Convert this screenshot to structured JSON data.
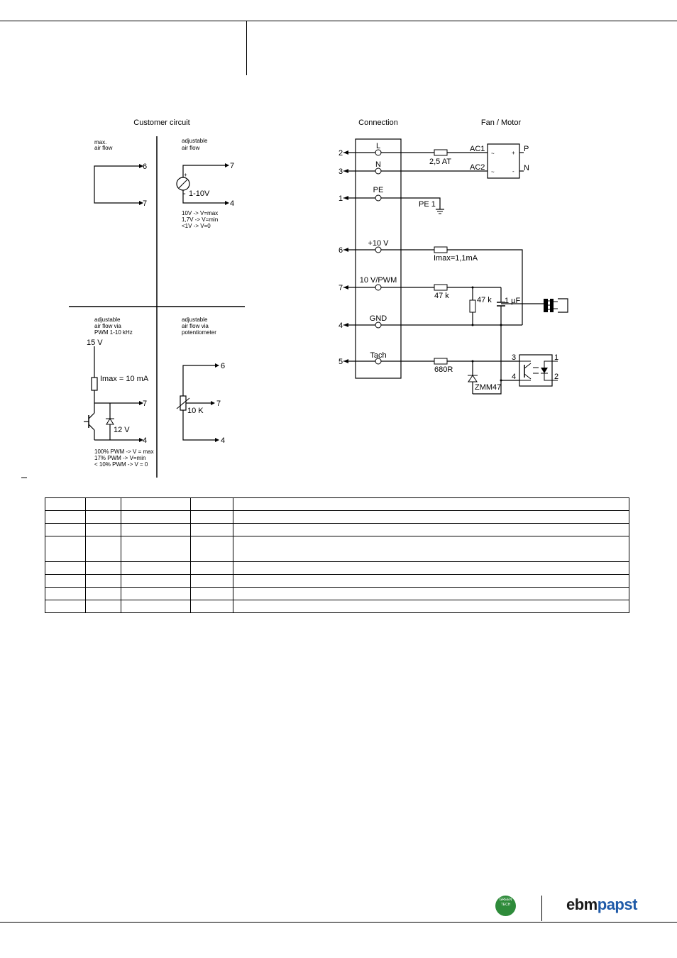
{
  "headings": {
    "customer_circuit": "Customer circuit",
    "connection": "Connection",
    "fan_motor": "Fan / Motor"
  },
  "customer": {
    "q1_label_1": "max.",
    "q1_label_2": "air flow",
    "q1_pin_a": "6",
    "q1_pin_b": "7",
    "q2_label_1": "adjustable",
    "q2_label_2": "air flow",
    "q2_pin_a": "7",
    "q2_pin_b": "4",
    "q2_plus": "+",
    "q2_minus": "-",
    "q2_source": "1-10V",
    "q2_note_1": "10V -> V=max",
    "q2_note_2": "1,7V -> V=min",
    "q2_note_3": "<1V -> V=0",
    "q3_label_1": "adjustable",
    "q3_label_2": "air flow via",
    "q3_label_3": "PWM 1-10 kHz",
    "q3_supply": "15 V",
    "q3_imax": "Imax = 10 mA",
    "q3_zener": "12 V",
    "q3_pin_a": "7",
    "q3_pin_b": "4",
    "q3_note_1": "100% PWM -> V = max",
    "q3_note_2": "17%  PWM -> V=min",
    "q3_note_3": "< 10% PWM -> V = 0",
    "q4_label_1": "adjustable",
    "q4_label_2": "air flow via",
    "q4_label_3": "potentiometer",
    "q4_pin_a": "6",
    "q4_pin_b": "7",
    "q4_pin_c": "4",
    "q4_pot": "10 K"
  },
  "connection": {
    "pins": [
      {
        "num": "2",
        "name": "L"
      },
      {
        "num": "3",
        "name": "N"
      },
      {
        "num": "1",
        "name": "PE"
      },
      {
        "num": "6",
        "name": "+10 V"
      },
      {
        "num": "7",
        "name": "10 V/PWM"
      },
      {
        "num": "4",
        "name": "GND"
      },
      {
        "num": "5",
        "name": "Tach"
      }
    ],
    "fuse": "2,5 AT",
    "pe_label": "PE 1",
    "imax": "Imax=1,1mA",
    "r_pwm": "47 k",
    "r_shunt": "47 k",
    "cap": "1 µF",
    "r_tach": "680R",
    "zener": "ZMM47"
  },
  "motor": {
    "ac1": "AC1",
    "ac2": "AC2",
    "p": "P",
    "n": "N",
    "plus": "+",
    "minus": "-",
    "tilde1": "~",
    "tilde2": "~"
  },
  "opto": {
    "pin3": "3",
    "pin4": "4",
    "pin1": "1",
    "pin2": "2"
  },
  "brand": {
    "logo_part1": "ebm",
    "logo_part2": "papst",
    "badge": "GREEN TECH"
  },
  "colors": {
    "brand_blue": "#1f5aa8",
    "green_tech": "#2e8b3a"
  }
}
